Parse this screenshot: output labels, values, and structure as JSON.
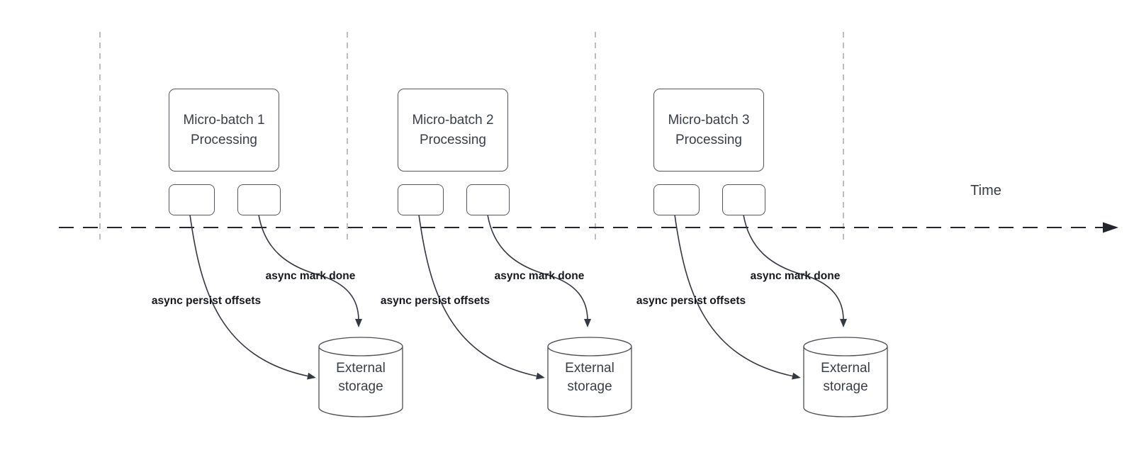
{
  "diagram": {
    "time_axis_label": "Time",
    "batches": [
      {
        "process_title": "Micro-batch 1\nProcessing",
        "persist_arrow_label": "async persist offsets",
        "mark_done_arrow_label": "async mark done",
        "storage_label": "External\nstorage"
      },
      {
        "process_title": "Micro-batch 2\nProcessing",
        "persist_arrow_label": "async persist offsets",
        "mark_done_arrow_label": "async mark done",
        "storage_label": "External\nstorage"
      },
      {
        "process_title": "Micro-batch 3\nProcessing",
        "persist_arrow_label": "async persist offsets",
        "mark_done_arrow_label": "async mark done",
        "storage_label": "External\nstorage"
      }
    ],
    "colors": {
      "arrow_stroke": "#343842",
      "box_border": "#54575c",
      "guide_line": "#a7a9ab",
      "timeline": "#24262d",
      "title_text": "#3a3e46",
      "label_text": "#16181e"
    }
  }
}
